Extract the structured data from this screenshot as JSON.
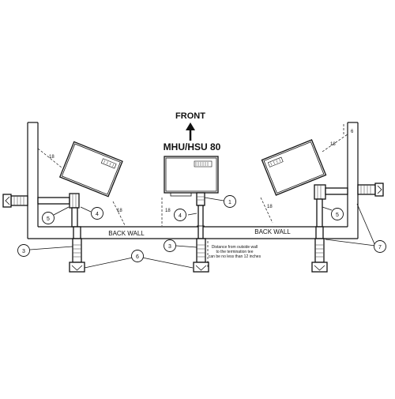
{
  "diagram": {
    "front_label": "FRONT",
    "model_label": "MHU/HSU 80",
    "back_wall_label_left": "BACK WALL",
    "back_wall_label_right": "BACK WALL",
    "note_lines": [
      "Distance from outside wall",
      "to the termination tee",
      "can be no less than 12 inches"
    ],
    "dimension_18": "18",
    "dimension_6": "6",
    "callouts": {
      "c1": "1",
      "c3_left": "3",
      "c3_mid": "3",
      "c4_left": "4",
      "c4_mid": "4",
      "c5_left": "5",
      "c5_right": "5",
      "c6": "6",
      "c7": "7"
    }
  }
}
